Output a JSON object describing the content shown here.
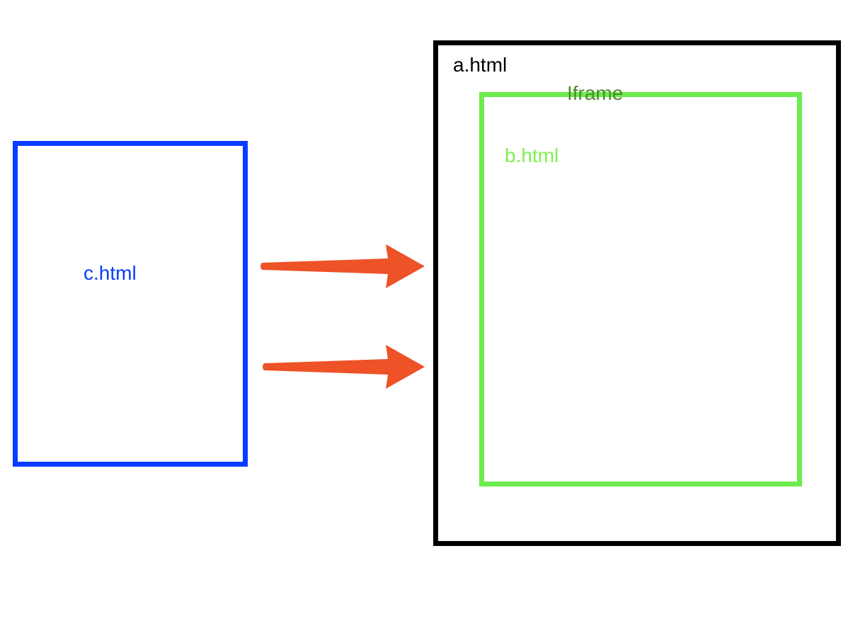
{
  "diagram": {
    "nodes": [
      {
        "id": "c",
        "label": "c.html",
        "color": "#0a3cff"
      },
      {
        "id": "a",
        "label": "a.html",
        "color": "#000000"
      },
      {
        "id": "iframe",
        "label": "Iframe",
        "color": "#4f8a2c"
      },
      {
        "id": "b",
        "label": "b.html",
        "color": "#6bec4c",
        "text_color": "#7ef04f"
      }
    ],
    "edges": [
      {
        "from": "c.html",
        "to": "a.html",
        "color": "#ee5227"
      },
      {
        "from": "c.html",
        "to": "a.html",
        "color": "#ee5227"
      }
    ]
  }
}
